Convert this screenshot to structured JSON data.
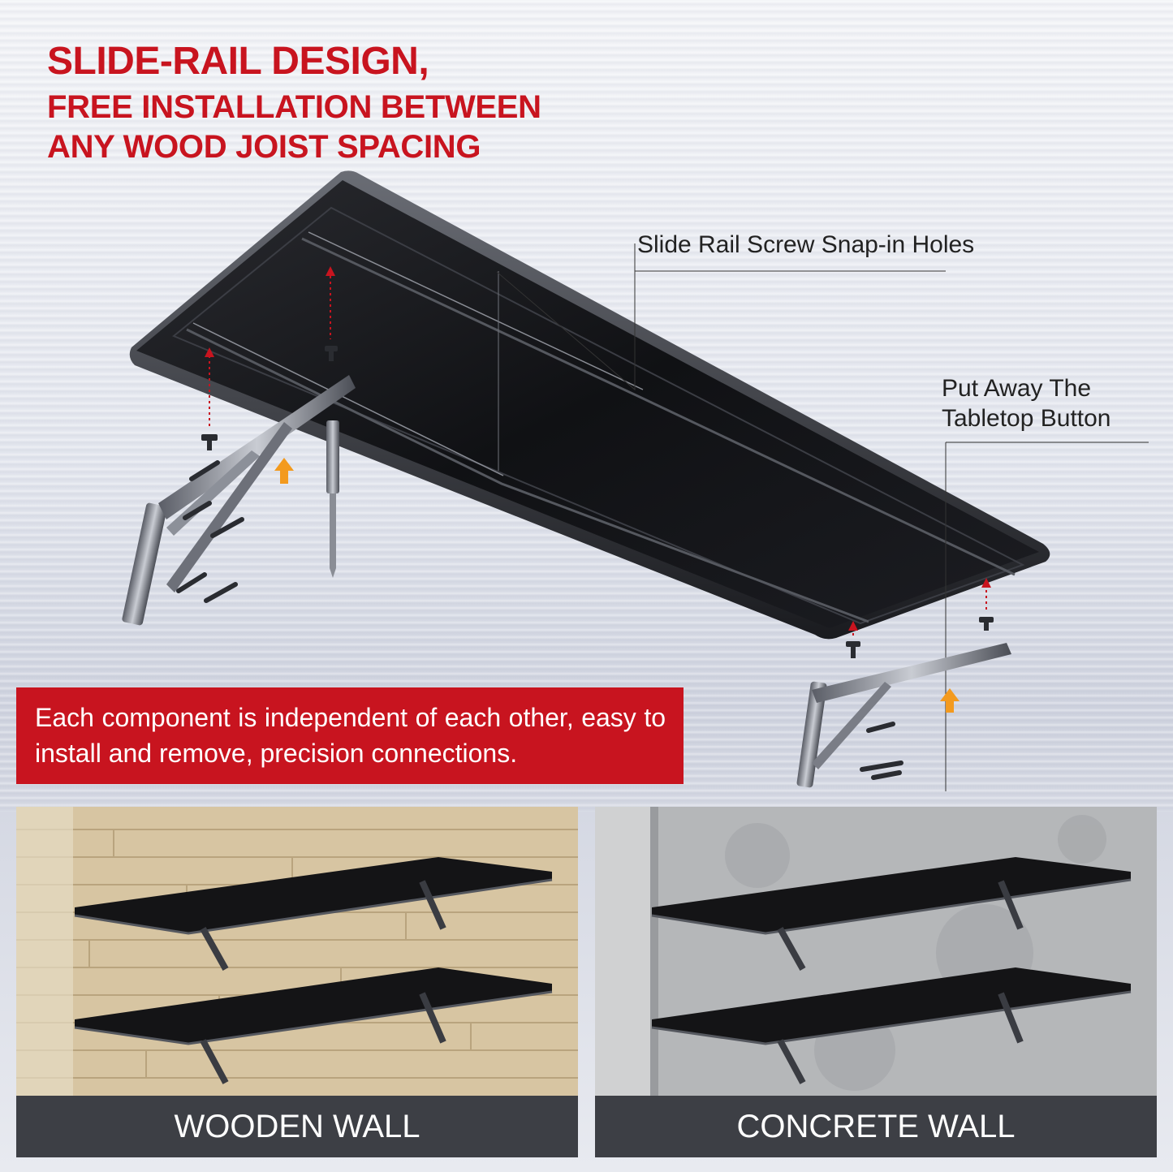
{
  "headline": {
    "line1": "SLIDE-RAIL DESIGN,",
    "line2": "FREE INSTALLATION BETWEEN",
    "line3": "ANY WOOD JOIST SPACING"
  },
  "callouts": {
    "snap_holes": "Slide Rail Screw Snap-in Holes",
    "tabletop_button_line1": "Put Away The",
    "tabletop_button_line2": "Tabletop Button"
  },
  "banner": {
    "text": "Each component is independent of each other, easy to install and remove, precision connections."
  },
  "panels": [
    {
      "caption": "WOODEN WALL"
    },
    {
      "caption": "CONCRETE WALL"
    }
  ],
  "colors": {
    "brand_red": "#c8141f",
    "arrow_orange": "#f39a1e",
    "caption_bar": "#3d3f45",
    "shelf_black": "#141416"
  },
  "icons": [
    "up-arrow-icon",
    "screw-icon",
    "bracket-icon",
    "drill-bit-icon"
  ]
}
